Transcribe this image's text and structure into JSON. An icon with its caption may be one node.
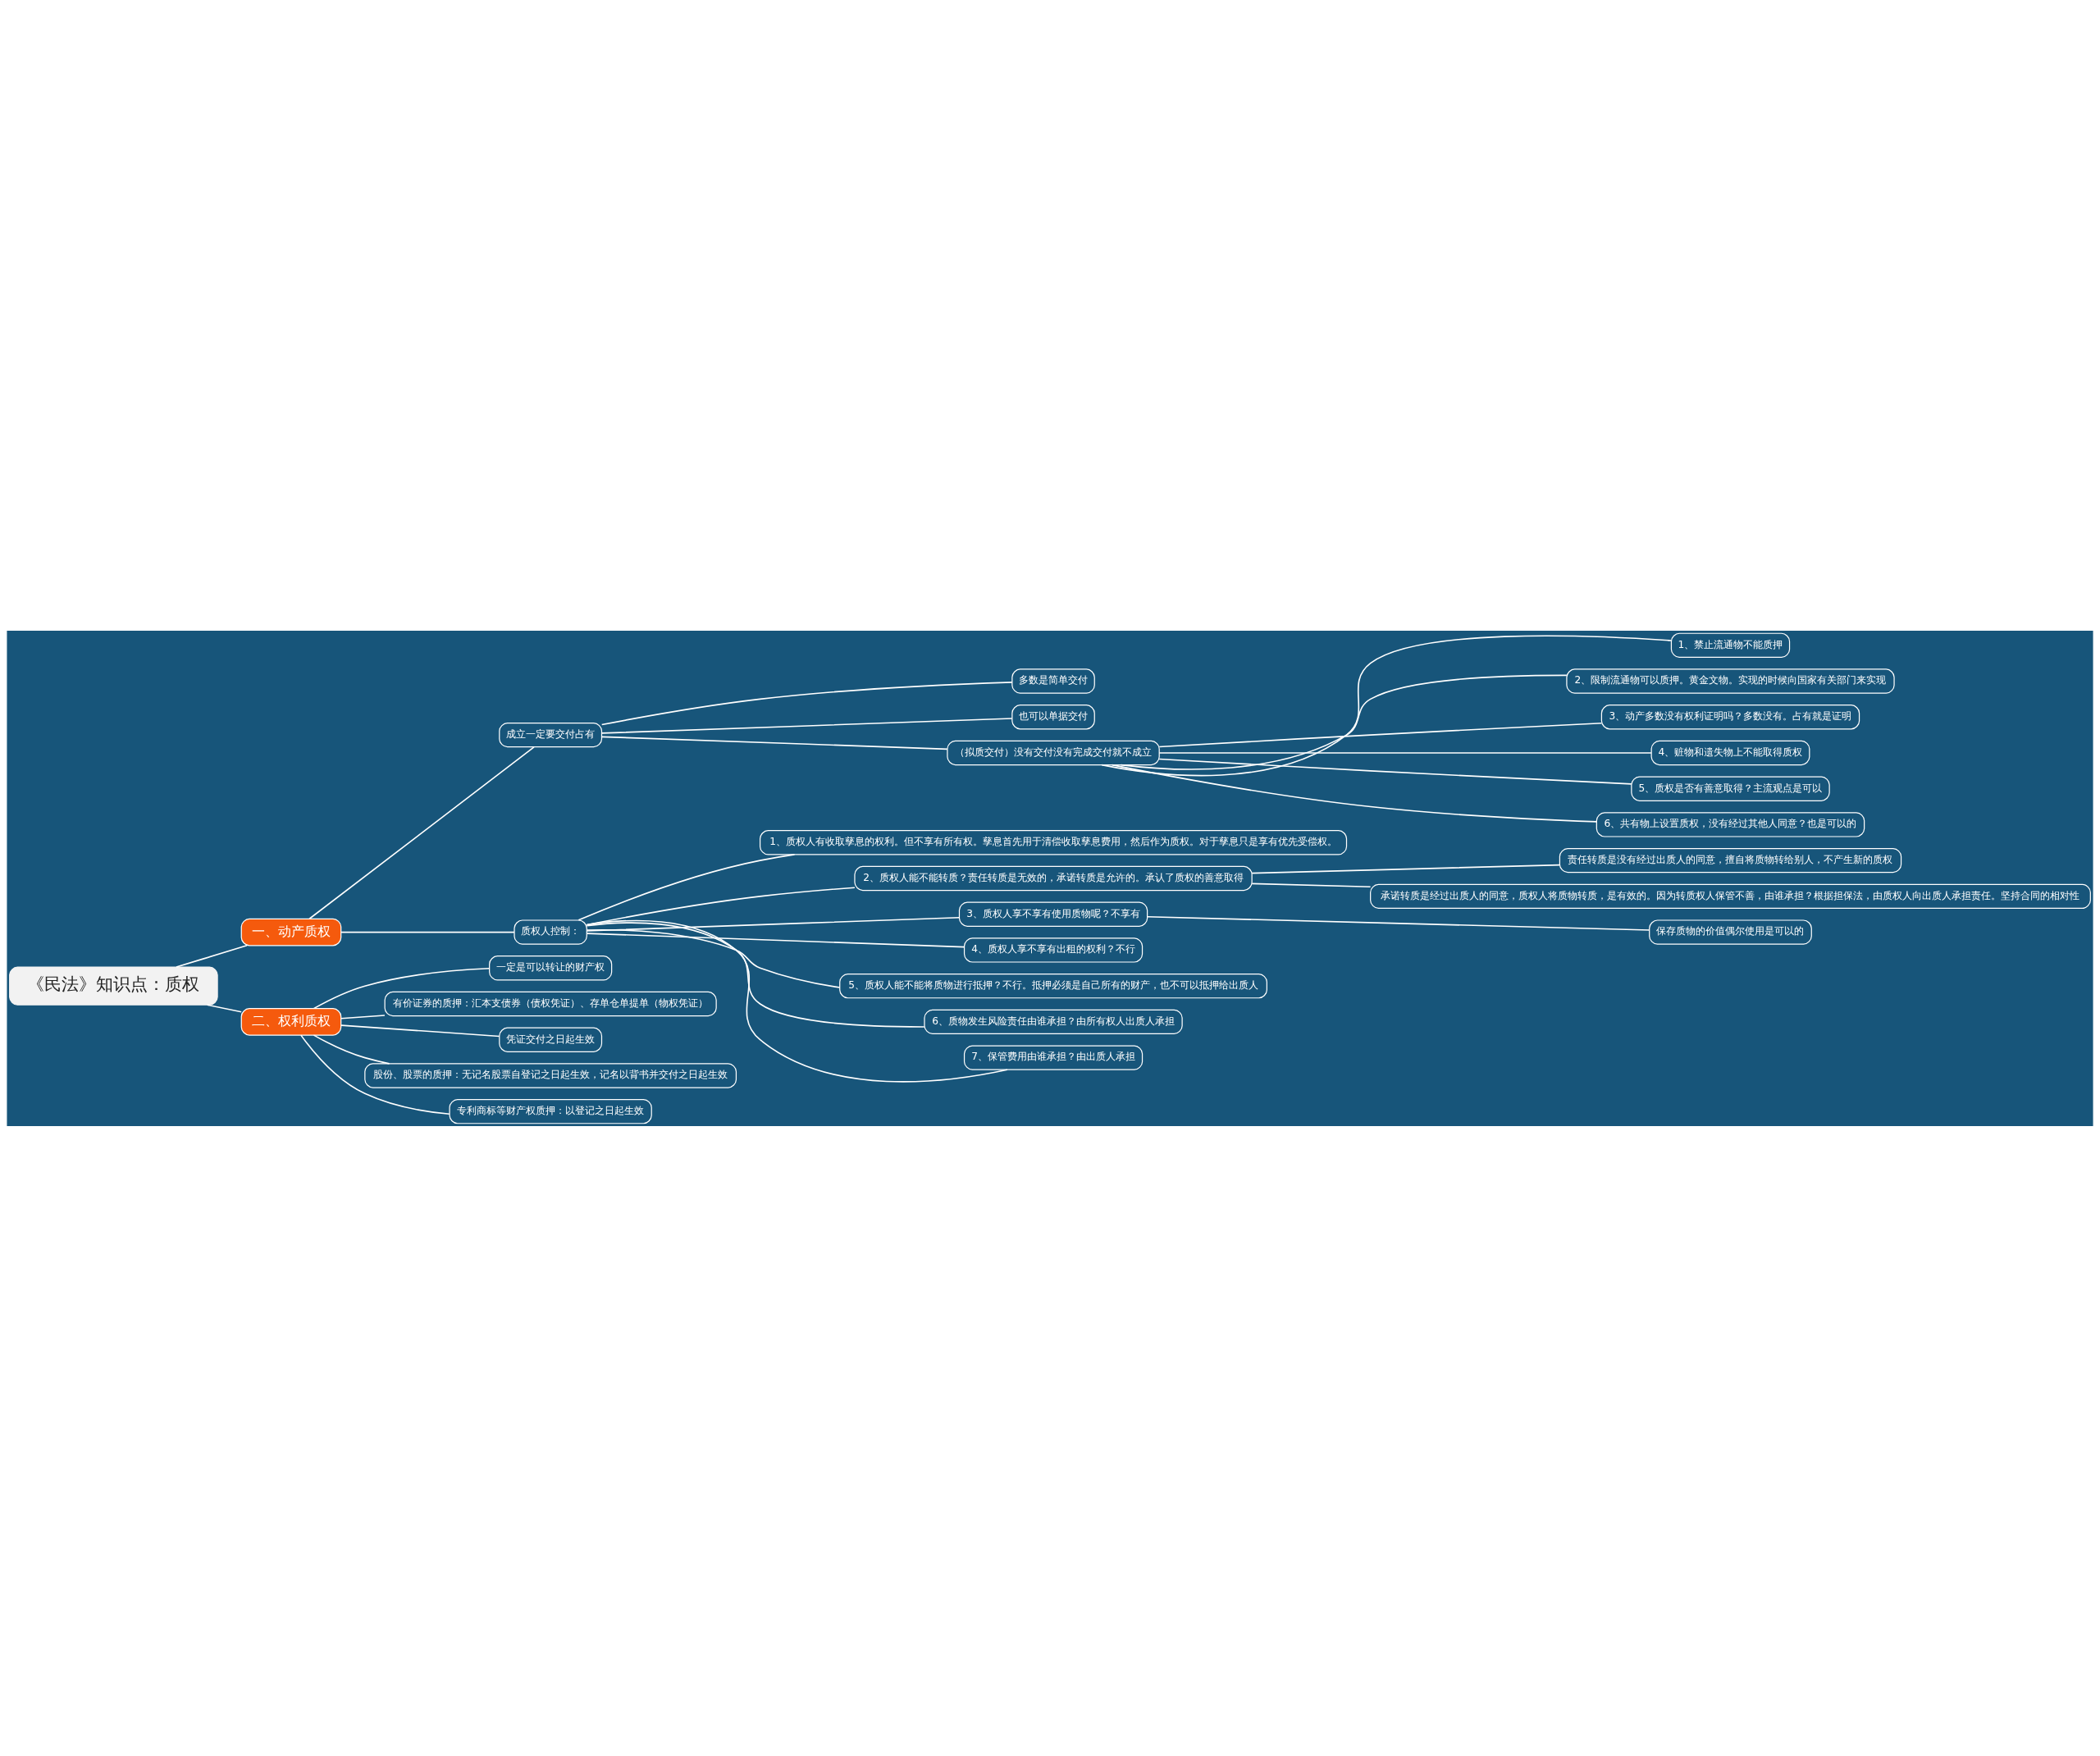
{
  "diagram": {
    "nodes": [
      {
        "text": [
          "《民法》知识点：质权"
        ]
      },
      {
        "text": [
          "一、动产质权"
        ]
      },
      {
        "text": [
          "成立一定要交付占有"
        ]
      },
      {
        "text": [
          "多数是简单交付"
        ]
      },
      {
        "text": [
          "也可以单据交付"
        ]
      },
      {
        "text": [
          "（拟质交付）没有交付没有完成交付就不成立"
        ]
      },
      {
        "text": [
          "1、禁止流通物不能质押"
        ]
      },
      {
        "text": [
          "2、限制流通物可以质押。黄金文物。实现的时候向国家有关部门来实现"
        ]
      },
      {
        "text": [
          "3、动产多数没有权利证明吗？多数没有。占有就是证明"
        ]
      },
      {
        "text": [
          "4、赃物和遗失物上不能取得质权"
        ]
      },
      {
        "text": [
          "5、质权是否有善意取得？主流观点是可以"
        ]
      },
      {
        "text": [
          "6、共有物上设置质权，没有经过其他人同意？也是可以的"
        ]
      },
      {
        "text": [
          "质权人控制："
        ]
      },
      {
        "text": [
          "1、质权人有收取孳息的权利。但不享有所有权。孳息首先用于清偿收取孳息费用，然后作为质权。对于孳息只是享有优先受偿权。"
        ]
      },
      {
        "text": [
          "2、质权人能不能转质？责任转质是无效的，承诺转质是允许的。承认了质权的善意取得"
        ]
      },
      {
        "text": [
          "责任转质是没有经过出质人的同意，擅自将质物转给别人，不产生新的质权"
        ]
      },
      {
        "text": [
          "承诺转质是经过出质人的同意，质权人将质物转质，是有效的。因为转质权人保管不善，由谁承担？根据担保法，由质权人向出质人承担责任。坚持合同的相对性"
        ]
      },
      {
        "text": [
          "3、质权人享不享有使用质物呢？不享有"
        ]
      },
      {
        "text": [
          "保存质物的价值偶尔使用是可以的"
        ]
      },
      {
        "text": [
          "4、质权人享不享有出租的权利？不行"
        ]
      },
      {
        "text": [
          "5、质权人能不能将质物进行抵押？不行。抵押必须是自己所有的财产，也不可以抵押给出质人"
        ]
      },
      {
        "text": [
          "6、质物发生风险责任由谁承担？由所有权人出质人承担"
        ]
      },
      {
        "text": [
          "7、保管费用由谁承担？由出质人承担"
        ]
      },
      {
        "text": [
          "二、权利质权"
        ]
      },
      {
        "text": [
          "一定是可以转让的财产权"
        ]
      },
      {
        "text": [
          "有价证券的质押：汇本支债券（债权凭证）、存单仓单提单（物权凭证）"
        ]
      },
      {
        "text": [
          "凭证交付之日起生效"
        ]
      },
      {
        "text": [
          "股份、股票的质押：无记名股票自登记之日起生效，记名以背书并交付之日起生效"
        ]
      },
      {
        "text": [
          "专利商标等财产权质押：以登记之日起生效"
        ]
      }
    ],
    "edges": [
      {
        "from": 0,
        "to": 1,
        "arrow": "none"
      },
      {
        "from": 1,
        "to": 2,
        "arrow": "none"
      },
      {
        "from": 2,
        "to": 3,
        "arrow": "none"
      },
      {
        "from": 2,
        "to": 4,
        "arrow": "none"
      },
      {
        "from": 2,
        "to": 5,
        "arrow": "none"
      },
      {
        "from": 5,
        "to": 6,
        "arrow": "none"
      },
      {
        "from": 5,
        "to": 7,
        "arrow": "none"
      },
      {
        "from": 5,
        "to": 8,
        "arrow": "none"
      },
      {
        "from": 5,
        "to": 9,
        "arrow": "none"
      },
      {
        "from": 5,
        "to": 10,
        "arrow": "none"
      },
      {
        "from": 5,
        "to": 11,
        "arrow": "none"
      },
      {
        "from": 1,
        "to": 12,
        "arrow": "none"
      },
      {
        "from": 12,
        "to": 13,
        "arrow": "none"
      },
      {
        "from": 12,
        "to": 14,
        "arrow": "none"
      },
      {
        "from": 14,
        "to": 15,
        "arrow": "none"
      },
      {
        "from": 14,
        "to": 16,
        "arrow": "none"
      },
      {
        "from": 12,
        "to": 17,
        "arrow": "none"
      },
      {
        "from": 17,
        "to": 18,
        "arrow": "none"
      },
      {
        "from": 12,
        "to": 19,
        "arrow": "none"
      },
      {
        "from": 12,
        "to": 20,
        "arrow": "none"
      },
      {
        "from": 12,
        "to": 21,
        "arrow": "none"
      },
      {
        "from": 12,
        "to": 22,
        "arrow": "none"
      },
      {
        "from": 0,
        "to": 23,
        "arrow": "none"
      },
      {
        "from": 23,
        "to": 24,
        "arrow": "none"
      },
      {
        "from": 23,
        "to": 25,
        "arrow": "none"
      },
      {
        "from": 23,
        "to": 26,
        "arrow": "none"
      },
      {
        "from": 23,
        "to": 27,
        "arrow": "none"
      },
      {
        "from": 23,
        "to": 28,
        "arrow": "none"
      }
    ]
  }
}
